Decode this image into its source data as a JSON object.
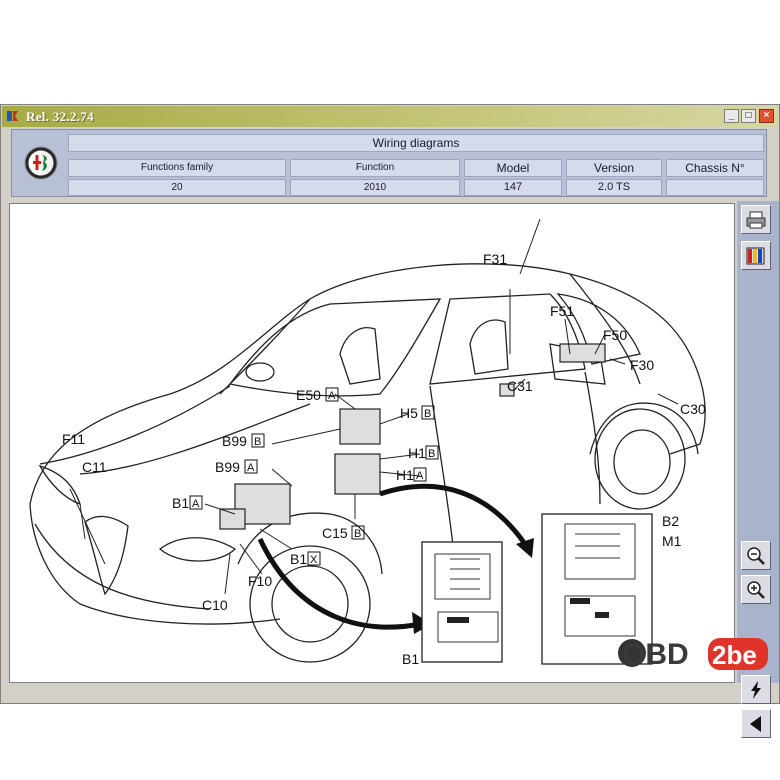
{
  "window": {
    "title": "Rel. 32.2.74",
    "buttons": {
      "minimize": "_",
      "maximize": "□",
      "close": "×"
    }
  },
  "header": {
    "section_title": "Wiring diagrams",
    "columns": [
      {
        "label": "Functions family",
        "value": "20"
      },
      {
        "label": "Function",
        "value": "2010"
      },
      {
        "label": "Model",
        "value": "147"
      },
      {
        "label": "Version",
        "value": "2.0 TS"
      },
      {
        "label": "Chassis N°",
        "value": ""
      }
    ]
  },
  "toolbar": {
    "icons": [
      "printer-icon",
      "color-palette-icon",
      "zoom-out-icon",
      "zoom-in-icon",
      "flash-icon",
      "back-arrow-icon"
    ]
  },
  "diagram": {
    "labels": [
      {
        "id": "F31",
        "text": "F31"
      },
      {
        "id": "F51",
        "text": "F51"
      },
      {
        "id": "F50",
        "text": "F50"
      },
      {
        "id": "F30",
        "text": "F30"
      },
      {
        "id": "C30",
        "text": "C30"
      },
      {
        "id": "C31",
        "text": "C31"
      },
      {
        "id": "E50",
        "text": "E50",
        "box": "A"
      },
      {
        "id": "H5",
        "text": "H5",
        "box": "B"
      },
      {
        "id": "B99a",
        "text": "B99",
        "box": "B"
      },
      {
        "id": "B99b",
        "text": "B99",
        "box": "A"
      },
      {
        "id": "H1a",
        "text": "H1",
        "box": "B"
      },
      {
        "id": "H1b",
        "text": "H1",
        "box": "A"
      },
      {
        "id": "F11",
        "text": "F11"
      },
      {
        "id": "C11",
        "text": "C11"
      },
      {
        "id": "B1a",
        "text": "B1",
        "box": "A"
      },
      {
        "id": "C15",
        "text": "C15",
        "box": "B"
      },
      {
        "id": "B1b",
        "text": "B1",
        "box": "X"
      },
      {
        "id": "F10",
        "text": "F10"
      },
      {
        "id": "C10",
        "text": "C10"
      },
      {
        "id": "B1c",
        "text": "B1"
      },
      {
        "id": "B2",
        "text": "B2"
      },
      {
        "id": "M1",
        "text": "M1"
      }
    ]
  },
  "watermark": {
    "text_a": "OBD",
    "text_b": "2be"
  },
  "colors": {
    "title_bar": "#a7ab43",
    "header_bg": "#b8c0d6",
    "cell_bg": "#d5dbea",
    "sidebar": "#a9b3cc"
  }
}
